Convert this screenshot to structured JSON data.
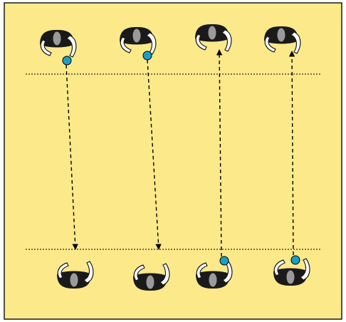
{
  "diagram": {
    "colors": {
      "field": "#fbe98a",
      "border": "#1a1a1a",
      "player_body": "#1a1a1a",
      "head": "#9a9a9a",
      "arm_fill": "#ffffff",
      "ball": "#1b9fc9",
      "path": "#000000"
    },
    "players": [
      {
        "id": "top-1",
        "row": "top"
      },
      {
        "id": "top-2",
        "row": "top"
      },
      {
        "id": "top-3",
        "row": "top"
      },
      {
        "id": "top-4",
        "row": "top"
      },
      {
        "id": "bottom-1",
        "row": "bottom"
      },
      {
        "id": "bottom-2",
        "row": "bottom"
      },
      {
        "id": "bottom-3",
        "row": "bottom"
      },
      {
        "id": "bottom-4",
        "row": "bottom"
      }
    ],
    "balls": [
      {
        "holder": "top-1"
      },
      {
        "holder": "top-2"
      },
      {
        "holder": "bottom-3"
      },
      {
        "holder": "bottom-4"
      }
    ],
    "passes": [
      {
        "from": "top-1",
        "to": "bottom-1"
      },
      {
        "from": "top-2",
        "to": "bottom-2"
      },
      {
        "from": "bottom-3",
        "to": "top-3"
      },
      {
        "from": "bottom-4",
        "to": "top-4"
      }
    ],
    "lines": [
      {
        "id": "upper-line",
        "style": "dotted"
      },
      {
        "id": "lower-line",
        "style": "dotted"
      }
    ]
  }
}
